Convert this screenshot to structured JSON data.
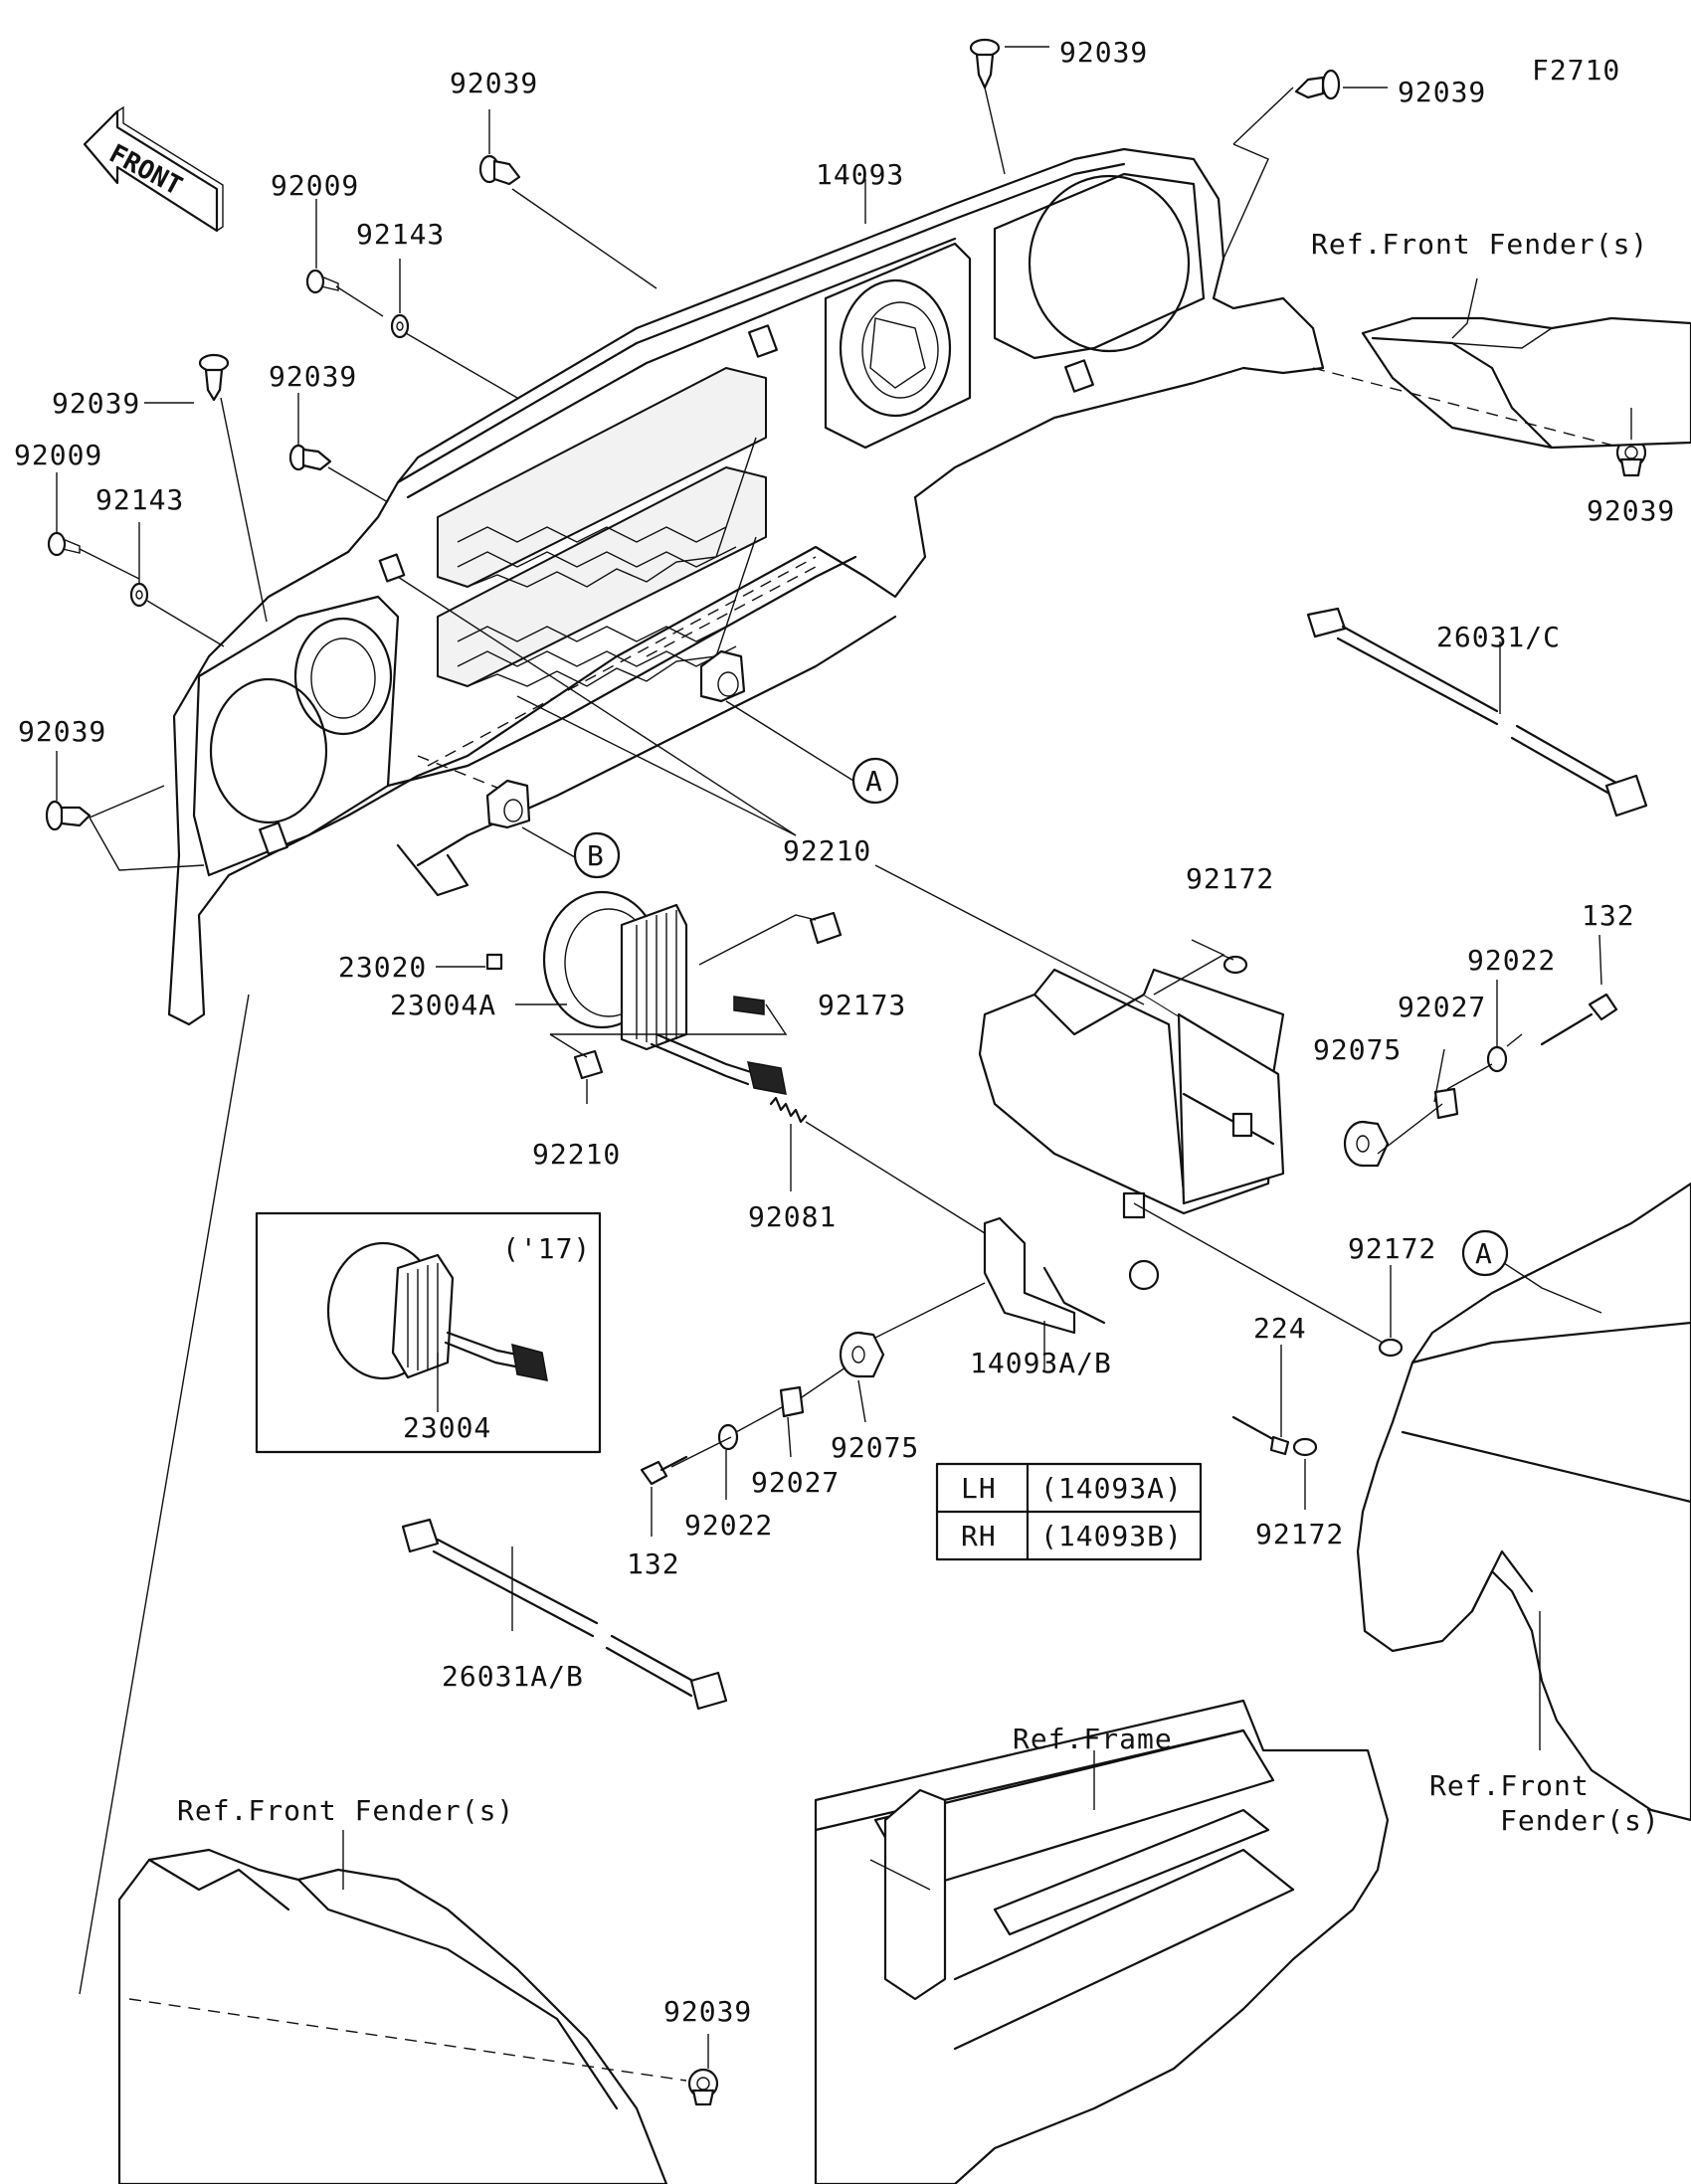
{
  "figure": {
    "code": "F2710",
    "front_marker": "FRONT"
  },
  "callouts": {
    "a": "A",
    "b": "B"
  },
  "labels": {
    "p92039_top": "92039",
    "p92039_left_top": "92039",
    "p92039_right_top": "92039",
    "p92039_left_mid": "92039",
    "p92039_left_clip": "92039",
    "p92039_left_low": "92039",
    "p92039_fender_right": "92039",
    "p92039_bottom": "92039",
    "p14093": "14093",
    "p92009_a": "92009",
    "p92009_b": "92009",
    "p92143_a": "92143",
    "p92143_b": "92143",
    "ref_front_fender_top": "Ref.Front Fender(s)",
    "p26031c": "26031/C",
    "p92210_a": "92210",
    "p92210_b": "92210",
    "p23020": "23020",
    "p23004a": "23004A",
    "p92173": "92173",
    "p92081": "92081",
    "p92172_a": "92172",
    "p92172_b": "92172",
    "p92172_c": "92172",
    "p132_a": "132",
    "p132_b": "132",
    "p92022_a": "92022",
    "p92022_b": "92022",
    "p92027_a": "92027",
    "p92027_b": "92027",
    "p92075_a": "92075",
    "p92075_b": "92075",
    "p224": "224",
    "p14093ab": "14093A/B",
    "p26031ab": "26031A/B",
    "ref_frame": "Ref.Frame",
    "ref_front_fender_right_1": "Ref.Front",
    "ref_front_fender_right_2": "Fender(s)",
    "ref_front_fender_bottom": "Ref.Front Fender(s)"
  },
  "inset": {
    "year": "('17)",
    "part": "23004"
  },
  "variant_table": {
    "rows": [
      {
        "side": "LH",
        "part": "(14093A)"
      },
      {
        "side": "RH",
        "part": "(14093B)"
      }
    ]
  }
}
